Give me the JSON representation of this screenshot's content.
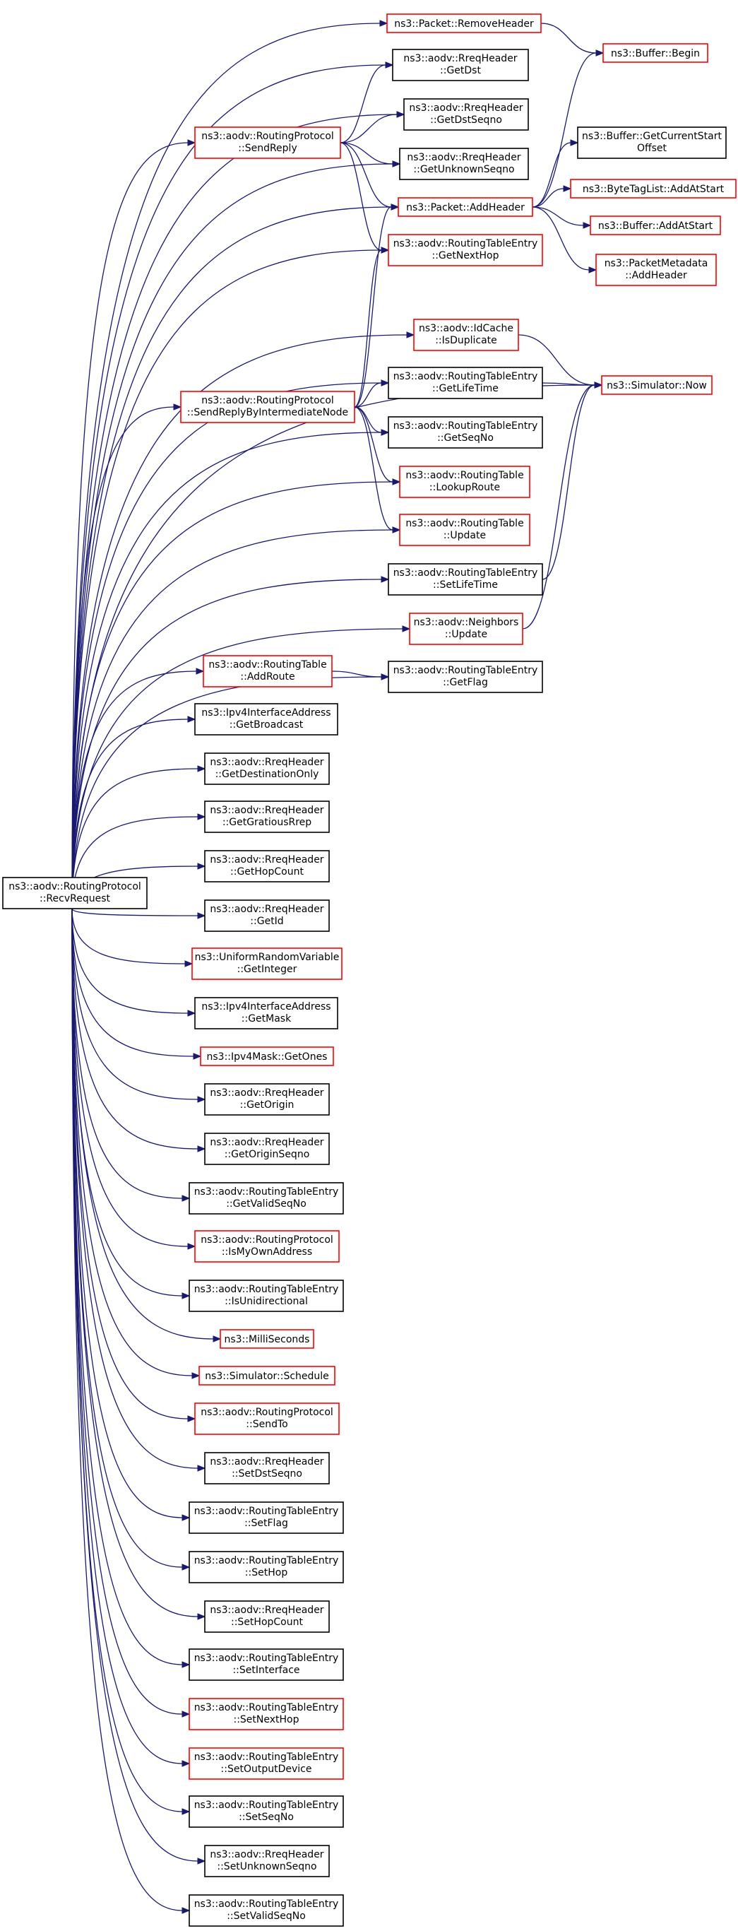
{
  "colors": {
    "edge": "#191970",
    "focus_fill": "#bfbfbf",
    "link_border": "#ff0000",
    "plain_border": "#000000"
  },
  "nodes": {
    "recv_request": {
      "lines": [
        "ns3::aodv::RoutingProtocol",
        "::RecvRequest"
      ],
      "kind": "focus"
    },
    "remove_header": {
      "lines": [
        "ns3::Packet::RemoveHeader"
      ],
      "kind": "link"
    },
    "buffer_begin": {
      "lines": [
        "ns3::Buffer::Begin"
      ],
      "kind": "link"
    },
    "rreq_get_dst": {
      "lines": [
        "ns3::aodv::RreqHeader",
        "::GetDst"
      ],
      "kind": "plain"
    },
    "send_reply": {
      "lines": [
        "ns3::aodv::RoutingProtocol",
        "::SendReply"
      ],
      "kind": "link"
    },
    "rreq_get_dst_seqno": {
      "lines": [
        "ns3::aodv::RreqHeader",
        "::GetDstSeqno"
      ],
      "kind": "plain"
    },
    "buffer_current_start": {
      "lines": [
        "ns3::Buffer::GetCurrentStart",
        "Offset"
      ],
      "kind": "plain"
    },
    "rreq_get_unknown_seqno": {
      "lines": [
        "ns3::aodv::RreqHeader",
        "::GetUnknownSeqno"
      ],
      "kind": "plain"
    },
    "bytetag_add_at_start": {
      "lines": [
        "ns3::ByteTagList::AddAtStart"
      ],
      "kind": "link"
    },
    "packet_add_header": {
      "lines": [
        "ns3::Packet::AddHeader"
      ],
      "kind": "link"
    },
    "buffer_add_at_start": {
      "lines": [
        "ns3::Buffer::AddAtStart"
      ],
      "kind": "link"
    },
    "rte_get_next_hop": {
      "lines": [
        "ns3::aodv::RoutingTableEntry",
        "::GetNextHop"
      ],
      "kind": "link"
    },
    "metadata_add_header": {
      "lines": [
        "ns3::PacketMetadata",
        "::AddHeader"
      ],
      "kind": "link"
    },
    "idcache_is_duplicate": {
      "lines": [
        "ns3::aodv::IdCache",
        "::IsDuplicate"
      ],
      "kind": "link"
    },
    "send_reply_intermediate": {
      "lines": [
        "ns3::aodv::RoutingProtocol",
        "::SendReplyByIntermediateNode"
      ],
      "kind": "link"
    },
    "rte_get_lifetime": {
      "lines": [
        "ns3::aodv::RoutingTableEntry",
        "::GetLifeTime"
      ],
      "kind": "plain"
    },
    "simulator_now": {
      "lines": [
        "ns3::Simulator::Now"
      ],
      "kind": "link"
    },
    "rte_get_seqno": {
      "lines": [
        "ns3::aodv::RoutingTableEntry",
        "::GetSeqNo"
      ],
      "kind": "plain"
    },
    "rt_lookup_route": {
      "lines": [
        "ns3::aodv::RoutingTable",
        "::LookupRoute"
      ],
      "kind": "link"
    },
    "rt_update": {
      "lines": [
        "ns3::aodv::RoutingTable",
        "::Update"
      ],
      "kind": "link"
    },
    "rte_set_lifetime": {
      "lines": [
        "ns3::aodv::RoutingTableEntry",
        "::SetLifeTime"
      ],
      "kind": "plain"
    },
    "neighbors_update": {
      "lines": [
        "ns3::aodv::Neighbors",
        "::Update"
      ],
      "kind": "link"
    },
    "rt_add_route": {
      "lines": [
        "ns3::aodv::RoutingTable",
        "::AddRoute"
      ],
      "kind": "link"
    },
    "rte_get_flag": {
      "lines": [
        "ns3::aodv::RoutingTableEntry",
        "::GetFlag"
      ],
      "kind": "plain"
    },
    "ifaddr_get_broadcast": {
      "lines": [
        "ns3::Ipv4InterfaceAddress",
        "::GetBroadcast"
      ],
      "kind": "plain"
    },
    "rreq_get_destination_only": {
      "lines": [
        "ns3::aodv::RreqHeader",
        "::GetDestinationOnly"
      ],
      "kind": "plain"
    },
    "rreq_get_gratious_rrep": {
      "lines": [
        "ns3::aodv::RreqHeader",
        "::GetGratiousRrep"
      ],
      "kind": "plain"
    },
    "rreq_get_hop_count": {
      "lines": [
        "ns3::aodv::RreqHeader",
        "::GetHopCount"
      ],
      "kind": "plain"
    },
    "rreq_get_id": {
      "lines": [
        "ns3::aodv::RreqHeader",
        "::GetId"
      ],
      "kind": "plain"
    },
    "uniform_get_integer": {
      "lines": [
        "ns3::UniformRandomVariable",
        "::GetInteger"
      ],
      "kind": "link"
    },
    "ifaddr_get_mask": {
      "lines": [
        "ns3::Ipv4InterfaceAddress",
        "::GetMask"
      ],
      "kind": "plain"
    },
    "ipv4mask_get_ones": {
      "lines": [
        "ns3::Ipv4Mask::GetOnes"
      ],
      "kind": "link"
    },
    "rreq_get_origin": {
      "lines": [
        "ns3::aodv::RreqHeader",
        "::GetOrigin"
      ],
      "kind": "plain"
    },
    "rreq_get_origin_seqno": {
      "lines": [
        "ns3::aodv::RreqHeader",
        "::GetOriginSeqno"
      ],
      "kind": "plain"
    },
    "rte_get_valid_seqno": {
      "lines": [
        "ns3::aodv::RoutingTableEntry",
        "::GetValidSeqNo"
      ],
      "kind": "plain"
    },
    "rp_is_my_own_address": {
      "lines": [
        "ns3::aodv::RoutingProtocol",
        "::IsMyOwnAddress"
      ],
      "kind": "link"
    },
    "rte_is_unidirectional": {
      "lines": [
        "ns3::aodv::RoutingTableEntry",
        "::IsUnidirectional"
      ],
      "kind": "plain"
    },
    "milliseconds": {
      "lines": [
        "ns3::MilliSeconds"
      ],
      "kind": "link"
    },
    "simulator_schedule": {
      "lines": [
        "ns3::Simulator::Schedule"
      ],
      "kind": "link"
    },
    "rp_send_to": {
      "lines": [
        "ns3::aodv::RoutingProtocol",
        "::SendTo"
      ],
      "kind": "link"
    },
    "rreq_set_dst_seqno": {
      "lines": [
        "ns3::aodv::RreqHeader",
        "::SetDstSeqno"
      ],
      "kind": "plain"
    },
    "rte_set_flag": {
      "lines": [
        "ns3::aodv::RoutingTableEntry",
        "::SetFlag"
      ],
      "kind": "plain"
    },
    "rte_set_hop": {
      "lines": [
        "ns3::aodv::RoutingTableEntry",
        "::SetHop"
      ],
      "kind": "plain"
    },
    "rreq_set_hop_count": {
      "lines": [
        "ns3::aodv::RreqHeader",
        "::SetHopCount"
      ],
      "kind": "plain"
    },
    "rte_set_interface": {
      "lines": [
        "ns3::aodv::RoutingTableEntry",
        "::SetInterface"
      ],
      "kind": "plain"
    },
    "rte_set_next_hop": {
      "lines": [
        "ns3::aodv::RoutingTableEntry",
        "::SetNextHop"
      ],
      "kind": "link"
    },
    "rte_set_output_device": {
      "lines": [
        "ns3::aodv::RoutingTableEntry",
        "::SetOutputDevice"
      ],
      "kind": "link"
    },
    "rte_set_seqno": {
      "lines": [
        "ns3::aodv::RoutingTableEntry",
        "::SetSeqNo"
      ],
      "kind": "plain"
    },
    "rreq_set_unknown_seqno": {
      "lines": [
        "ns3::aodv::RreqHeader",
        "::SetUnknownSeqno"
      ],
      "kind": "plain"
    },
    "rte_set_valid_seqno": {
      "lines": [
        "ns3::aodv::RoutingTableEntry",
        "::SetValidSeqNo"
      ],
      "kind": "plain"
    }
  },
  "edges": [
    [
      "recv_request",
      "remove_header"
    ],
    [
      "recv_request",
      "rreq_get_dst"
    ],
    [
      "recv_request",
      "send_reply"
    ],
    [
      "recv_request",
      "rreq_get_dst_seqno"
    ],
    [
      "recv_request",
      "rreq_get_unknown_seqno"
    ],
    [
      "recv_request",
      "packet_add_header"
    ],
    [
      "recv_request",
      "rte_get_next_hop"
    ],
    [
      "recv_request",
      "simulator_now"
    ],
    [
      "recv_request",
      "idcache_is_duplicate"
    ],
    [
      "recv_request",
      "send_reply_intermediate"
    ],
    [
      "recv_request",
      "rte_get_lifetime"
    ],
    [
      "recv_request",
      "rte_get_seqno"
    ],
    [
      "recv_request",
      "rt_lookup_route"
    ],
    [
      "recv_request",
      "rt_update"
    ],
    [
      "recv_request",
      "rte_set_lifetime"
    ],
    [
      "recv_request",
      "neighbors_update"
    ],
    [
      "recv_request",
      "rte_get_flag"
    ],
    [
      "recv_request",
      "rt_add_route"
    ],
    [
      "recv_request",
      "ifaddr_get_broadcast"
    ],
    [
      "recv_request",
      "rreq_get_destination_only"
    ],
    [
      "recv_request",
      "rreq_get_gratious_rrep"
    ],
    [
      "recv_request",
      "rreq_get_hop_count"
    ],
    [
      "recv_request",
      "rreq_get_id"
    ],
    [
      "recv_request",
      "uniform_get_integer"
    ],
    [
      "recv_request",
      "ifaddr_get_mask"
    ],
    [
      "recv_request",
      "ipv4mask_get_ones"
    ],
    [
      "recv_request",
      "rreq_get_origin"
    ],
    [
      "recv_request",
      "rreq_get_origin_seqno"
    ],
    [
      "recv_request",
      "rte_get_valid_seqno"
    ],
    [
      "recv_request",
      "rp_is_my_own_address"
    ],
    [
      "recv_request",
      "rte_is_unidirectional"
    ],
    [
      "recv_request",
      "milliseconds"
    ],
    [
      "recv_request",
      "simulator_schedule"
    ],
    [
      "recv_request",
      "rp_send_to"
    ],
    [
      "recv_request",
      "rreq_set_dst_seqno"
    ],
    [
      "recv_request",
      "rte_set_flag"
    ],
    [
      "recv_request",
      "rte_set_hop"
    ],
    [
      "recv_request",
      "rreq_set_hop_count"
    ],
    [
      "recv_request",
      "rte_set_interface"
    ],
    [
      "recv_request",
      "rte_set_next_hop"
    ],
    [
      "recv_request",
      "rte_set_output_device"
    ],
    [
      "recv_request",
      "rte_set_seqno"
    ],
    [
      "recv_request",
      "rreq_set_unknown_seqno"
    ],
    [
      "recv_request",
      "rte_set_valid_seqno"
    ],
    [
      "remove_header",
      "buffer_begin"
    ],
    [
      "send_reply",
      "rreq_get_dst"
    ],
    [
      "send_reply",
      "rreq_get_dst_seqno"
    ],
    [
      "send_reply",
      "rreq_get_unknown_seqno"
    ],
    [
      "send_reply",
      "packet_add_header"
    ],
    [
      "send_reply",
      "rte_get_next_hop"
    ],
    [
      "packet_add_header",
      "buffer_begin"
    ],
    [
      "packet_add_header",
      "buffer_current_start"
    ],
    [
      "packet_add_header",
      "bytetag_add_at_start"
    ],
    [
      "packet_add_header",
      "buffer_add_at_start"
    ],
    [
      "packet_add_header",
      "metadata_add_header"
    ],
    [
      "idcache_is_duplicate",
      "simulator_now"
    ],
    [
      "send_reply_intermediate",
      "packet_add_header"
    ],
    [
      "send_reply_intermediate",
      "rte_get_next_hop"
    ],
    [
      "send_reply_intermediate",
      "rte_get_lifetime"
    ],
    [
      "send_reply_intermediate",
      "rte_get_seqno"
    ],
    [
      "send_reply_intermediate",
      "rt_lookup_route"
    ],
    [
      "send_reply_intermediate",
      "rt_update"
    ],
    [
      "rte_get_lifetime",
      "simulator_now"
    ],
    [
      "rte_set_lifetime",
      "simulator_now"
    ],
    [
      "neighbors_update",
      "simulator_now"
    ],
    [
      "rt_add_route",
      "rte_get_flag"
    ]
  ]
}
